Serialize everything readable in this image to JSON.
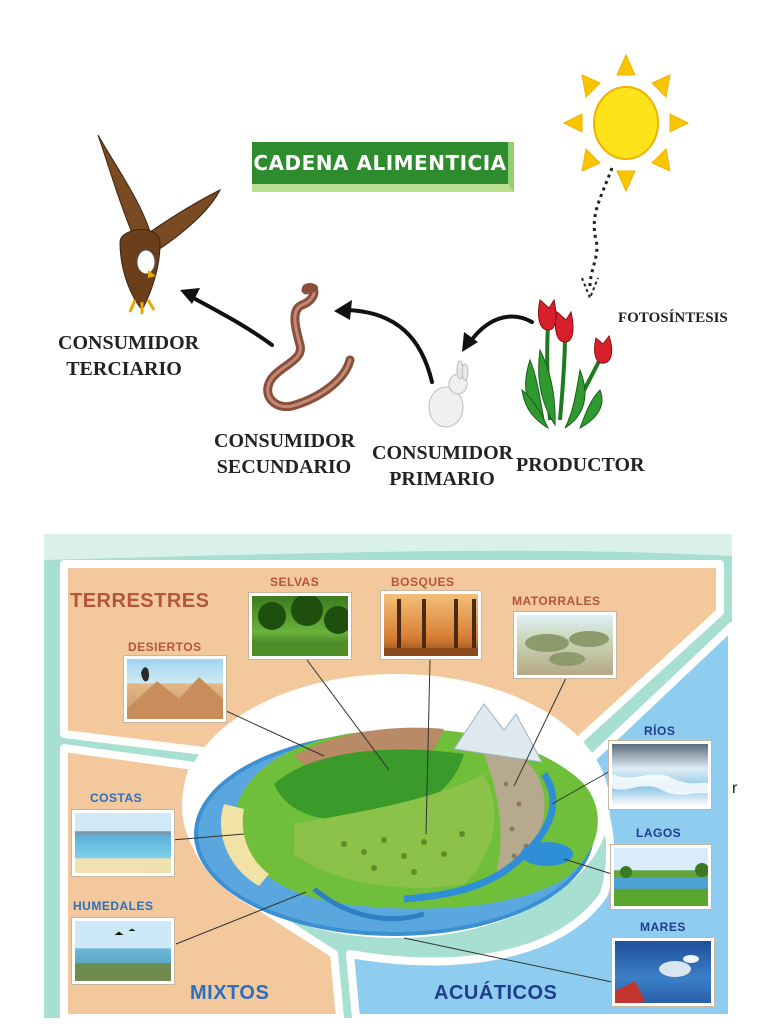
{
  "food_chain": {
    "title": "CADENA ALIMENTICIA",
    "photosynthesis_label": "FOTOSÍNTESIS",
    "labels": {
      "tertiary": [
        "CONSUMIDOR",
        "TERCIARIO"
      ],
      "secondary": [
        "CONSUMIDOR",
        "SECUNDARIO"
      ],
      "primary": [
        "CONSUMIDOR",
        "PRIMARIO"
      ],
      "producer": "PRODUCTOR"
    },
    "icons": [
      "sun-icon",
      "eagle-icon",
      "snake-icon",
      "rabbit-icon",
      "tulips-icon"
    ]
  },
  "ecosystems": {
    "terrestres": {
      "label": "TERRESTRES",
      "items": [
        "SELVAS",
        "BOSQUES",
        "MATORRALES",
        "DESIERTOS"
      ]
    },
    "mixtos": {
      "label": "MIXTOS",
      "items": [
        "COSTAS",
        "HUMEDALES"
      ]
    },
    "acuaticos": {
      "label": "ACUÁTICOS",
      "items": [
        "RÍOS",
        "LAGOS",
        "MARES"
      ]
    },
    "stray_char": "r",
    "colors": {
      "terrestres_bg": "#f2c89c",
      "acuaticos_bg": "#8ecdf0",
      "terrestres_text": "#b5553a",
      "acuaticos_text": "#1f3d8c"
    }
  }
}
